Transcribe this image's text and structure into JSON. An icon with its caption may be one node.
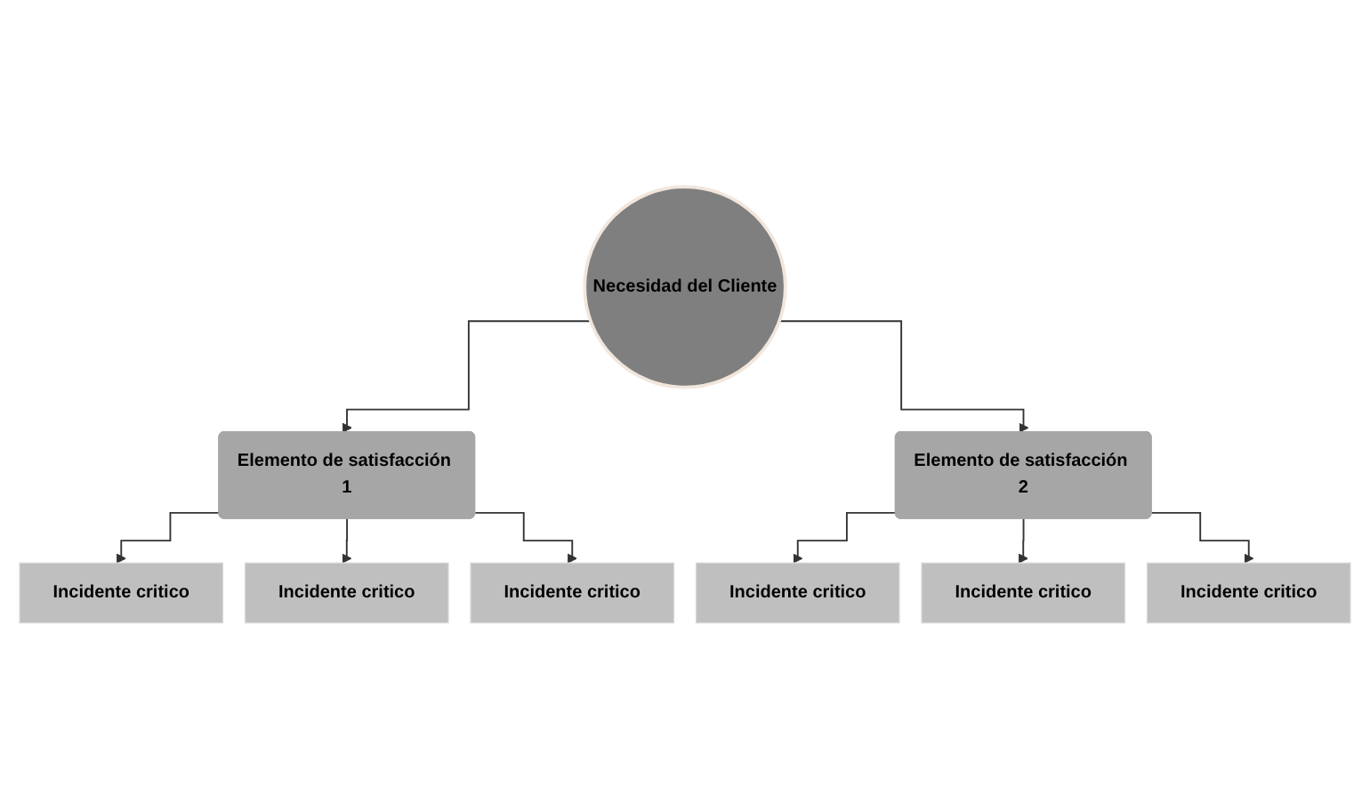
{
  "diagram": {
    "nodes": [
      {
        "text": [
          "Necesidad del Cliente"
        ]
      },
      {
        "text": [
          "Elemento de satisfacción 1"
        ]
      },
      {
        "text": [
          "Elemento de satisfacción 2"
        ]
      },
      {
        "text": [
          "Incidente critico"
        ]
      },
      {
        "text": [
          "Incidente critico"
        ]
      },
      {
        "text": [
          "Incidente critico"
        ]
      },
      {
        "text": [
          "Incidente critico"
        ]
      },
      {
        "text": [
          "Incidente critico"
        ]
      },
      {
        "text": [
          "Incidente critico"
        ]
      }
    ],
    "edges": [
      {
        "from": 0,
        "to": 1,
        "arrow": "to"
      },
      {
        "from": 0,
        "to": 2,
        "arrow": "to"
      },
      {
        "from": 1,
        "to": 3,
        "arrow": "to"
      },
      {
        "from": 1,
        "to": 4,
        "arrow": "to"
      },
      {
        "from": 1,
        "to": 5,
        "arrow": "to"
      },
      {
        "from": 2,
        "to": 6,
        "arrow": "to"
      },
      {
        "from": 2,
        "to": 7,
        "arrow": "to"
      },
      {
        "from": 2,
        "to": 8,
        "arrow": "to"
      }
    ]
  }
}
